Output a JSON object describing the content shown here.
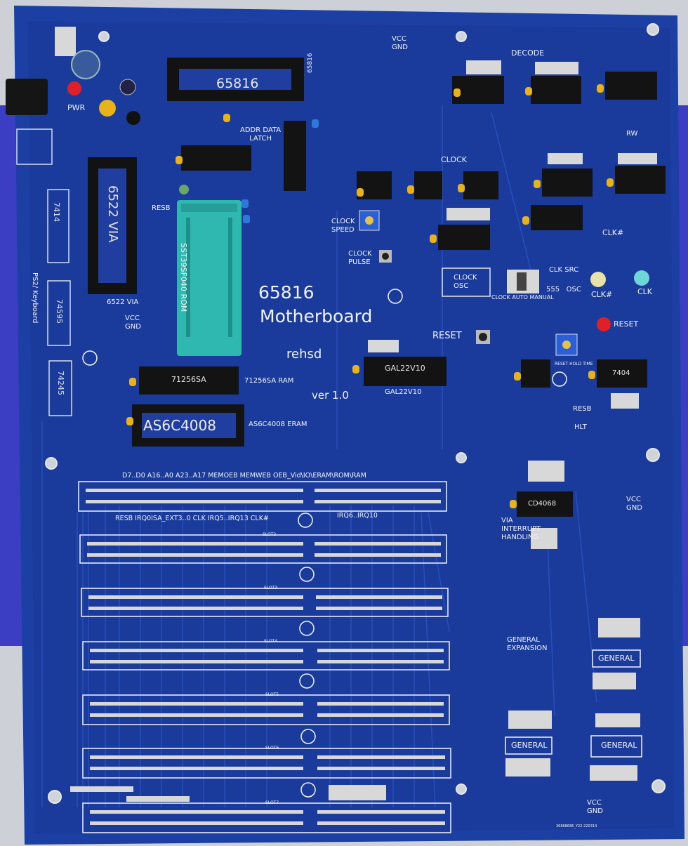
{
  "board": {
    "title_line1": "65816",
    "title_line2": "Motherboard",
    "author": "rehsd",
    "version": "ver 1.0"
  },
  "labels": {
    "pwr": "PWR",
    "cpu_chip": "65816",
    "cpu_side": "65816",
    "decode": "DECODE",
    "addr_data_latch": "ADDR DATA\nLATCH",
    "via_chip": "6522 VIA",
    "via_under": "6522 VIA",
    "resb_left": "RESB",
    "rom": "SST39SF040 ROM",
    "keyboard": "PS2/ Keyboard",
    "vcc_gnd_via": "VCC\nGND",
    "ram": "71256SA RAM",
    "ram_chip": "71256SA",
    "eram": "AS6C4008 ERAM",
    "eram_chip": "AS6C4008",
    "gal": "GAL22V10",
    "gal_chip": "GAL22V10",
    "clock": "CLOCK",
    "clock_speed": "CLOCK\nSPEED",
    "clock_pulse": "CLOCK\nPULSE",
    "clock_osc": "CLOCK\nOSC",
    "clock_auto_manual": "CLOCK AUTO MANUAL",
    "clk_src": "CLK SRC",
    "five55_osc": "555   OSC",
    "clk_hash_top": "CLK#",
    "clk_hash_led": "CLK#",
    "clk_led": "CLK",
    "reset_left": "RESET",
    "reset_right": "RESET",
    "reset_hold_time": "RESET HOLD TIME",
    "resb_right": "RESB",
    "hlt": "HLT",
    "rw": "RW",
    "vcc_gnd_top": "VCC\nGND",
    "vcc_gnd_right": "VCC\nGND",
    "vcc_gnd_bottom": "VCC\nGND",
    "bus_top": "D7..D0 A16..A0 A23..A17 MEMOEB MEMWEB OEB_Vid\\IO\\ERAM\\ROM\\RAM",
    "bus_bottom": "RESB IRQ0ISA_EXT3..0 CLK IRQ5..IRQ13 CLK#",
    "irq_right": "IRQ6..IRQ10",
    "via_interrupt": "VIA\nINTERRUPT\nHANDLING",
    "cd4068": "CD4068",
    "general_expansion": "GENERAL\nEXPANSION",
    "general_1": "GENERAL",
    "general_2": "GENERAL",
    "general_3": "GENERAL",
    "chip_7414": "7414",
    "chip_74595": "74595",
    "chip_74245": "74245",
    "chip_7404": "7404",
    "slot2": "SLOT2",
    "slot3": "SLOT3",
    "slot4": "SLOT4",
    "slot5": "SLOT5",
    "slot6": "SLOT6",
    "slot7": "SLOT7",
    "serial": "36868686_Y22-220314"
  },
  "colors": {
    "pcb": "#1a3fa3",
    "pcb_dark": "#16368e",
    "silkscreen": "#f2f4fb",
    "socket": "#111111",
    "zif": "#2fb8b0",
    "desk": "#c9ccd3",
    "purple_mat": "#3d3fbf"
  }
}
